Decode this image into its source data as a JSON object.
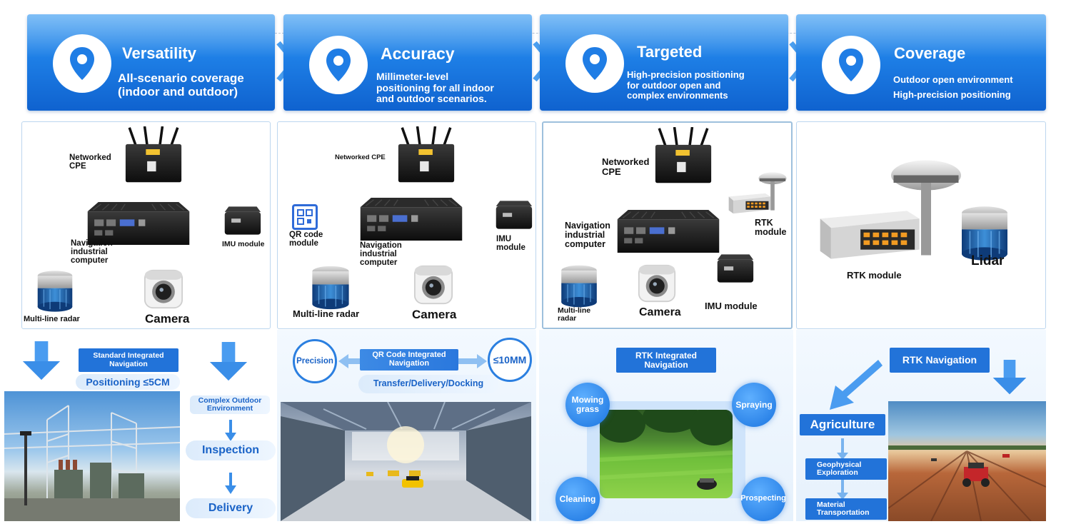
{
  "columns": [
    {
      "title": "Versatility",
      "subtitle_lines": [
        "All-scenario coverage",
        "(indoor and outdoor)"
      ],
      "equipment": {
        "cpe": "Networked CPE",
        "computer": "Navigation industrial computer",
        "imu": "IMU module",
        "radar": "Multi-line radar",
        "camera": "Camera"
      },
      "nav_label": "Standard Integrated Navigation",
      "positioning": "Positioning ≤5CM",
      "env": "Complex Outdoor Environment",
      "tasks": [
        "Inspection",
        "Delivery"
      ]
    },
    {
      "title": "Accuracy",
      "subtitle_lines": [
        "Millimeter-level",
        "positioning for all indoor",
        "and outdoor scenarios."
      ],
      "equipment": {
        "cpe": "Networked CPE",
        "qr": "QR code module",
        "computer": "Navigation industrial computer",
        "imu": "IMU module",
        "radar": "Multi-line radar",
        "camera": "Camera"
      },
      "precision": "Precision",
      "nav_label": "QR Code Integrated Navigation",
      "accuracy_value": "≤10MM",
      "tasks": "Transfer/Delivery/Docking"
    },
    {
      "title": "Targeted",
      "subtitle_lines": [
        "High-precision positioning",
        "for outdoor open and",
        "complex environments"
      ],
      "equipment": {
        "cpe": "Networked CPE",
        "rtk": "RTK module",
        "computer": "Navigation industrial computer",
        "radar": "Multi-line radar",
        "camera": "Camera",
        "imu": "IMU module"
      },
      "nav_label": "RTK Integrated Navigation",
      "bubbles": [
        "Mowing grass",
        "Spraying",
        "Cleaning",
        "Prospecting"
      ]
    },
    {
      "title": "Coverage",
      "subtitle_lines": [
        "Outdoor open environment",
        "High-precision positioning"
      ],
      "equipment": {
        "rtk": "RTK module",
        "lidar": "Lidar"
      },
      "nav_label": "RTK Navigation",
      "sector": "Agriculture",
      "tasks": [
        "Geophysical Exploration",
        "Material Transportation"
      ]
    }
  ],
  "colors": {
    "brand_blue": "#1e7fe6",
    "dark_blue": "#0f62cf",
    "pill_blue": "#2273d9",
    "text_blue": "#1a63c7"
  },
  "icons": [
    "location-pin-icon",
    "chevron-right-icon",
    "down-arrow-icon"
  ]
}
